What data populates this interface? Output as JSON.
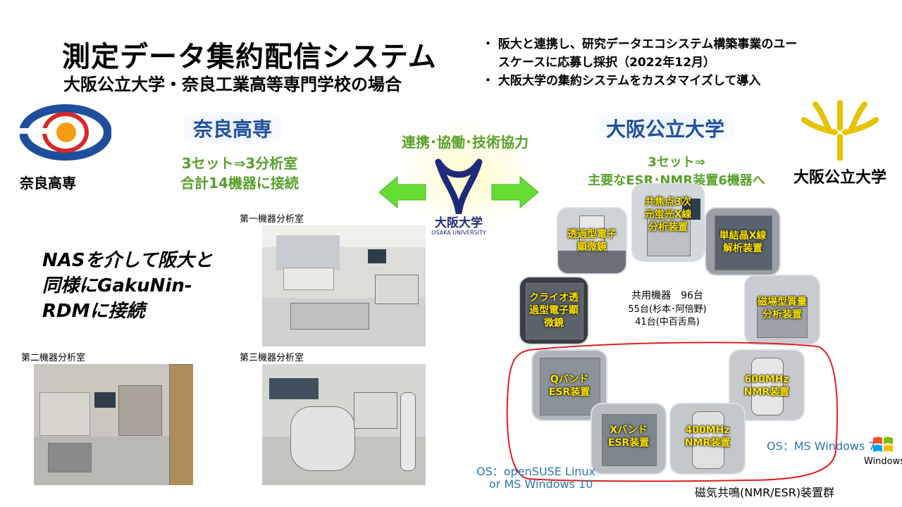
{
  "header": {
    "title": "測定データ集約配信システム",
    "subtitle": "大阪公立大学・奈良工業高等専門学校の場合",
    "bullets": [
      "・ 阪大と連携し、研究データエコシステム構築事業のユー",
      "　 スケースに応募し採択（2022年12月）",
      "・ 大阪大学の集約システムをカスタマイズして導入"
    ]
  },
  "nara": {
    "logo_text": "奈良高専",
    "label": "奈良高専",
    "info_line1": "3セット⇒3分析室",
    "info_line2": "合計14機器に接続",
    "note_lines": [
      "NASを介して阪大と",
      "同様にGakuNin-",
      "RDMに接続"
    ],
    "rooms": [
      "第一機器分析室",
      "第二機器分析室",
      "第三機器分析室"
    ]
  },
  "center": {
    "collab": "連携･協働･技術協力",
    "osaka_logo_jp": "大阪大学",
    "osaka_logo_en": "OSAKA UNIVERSITY"
  },
  "omu": {
    "label": "大阪公立大学",
    "logo_text": "大阪公立大学",
    "info_line1": "3セット⇒",
    "info_line2": "主要なESR･NMR装置6機器へ",
    "shared_line1": "共用機器　96台",
    "shared_line2": "55台(杉本･阿倍野)",
    "shared_line3": "41台(中百舌鳥)",
    "instruments": {
      "confocal": "共焦点3次\n元蛍光X線\n分析装置",
      "tem": "透過型電子\n顕微鏡",
      "xrd": "単結晶X線\n解析装置",
      "cryo": "クライオ透\n過型電子顕\n微鏡",
      "ms": "磁場型質量\n分析装置",
      "qband": "Qバンド\nESR装置",
      "nmr600": "600MHz\nNMR装置",
      "xband": "Xバンド\nESR装置",
      "nmr400": "400MHz\nNMR装置"
    },
    "group_label": "磁気共鳴(NMR/ESR)装置群",
    "os_left_line1": "OS：openSUSE Linux",
    "os_left_line2": "or MS Windows 10",
    "os_right": "OS：MS Windows 7",
    "windows_label": "Windows"
  },
  "colors": {
    "title_blue": "#1f4e9c",
    "green": "#5aa02c",
    "arrow_green": "#66dd33",
    "nmr_outline": "#e02020",
    "os_blue": "#2e75b6",
    "caption_yellow": "#ffe600",
    "omu_logo_yellow": "#e6c200"
  }
}
